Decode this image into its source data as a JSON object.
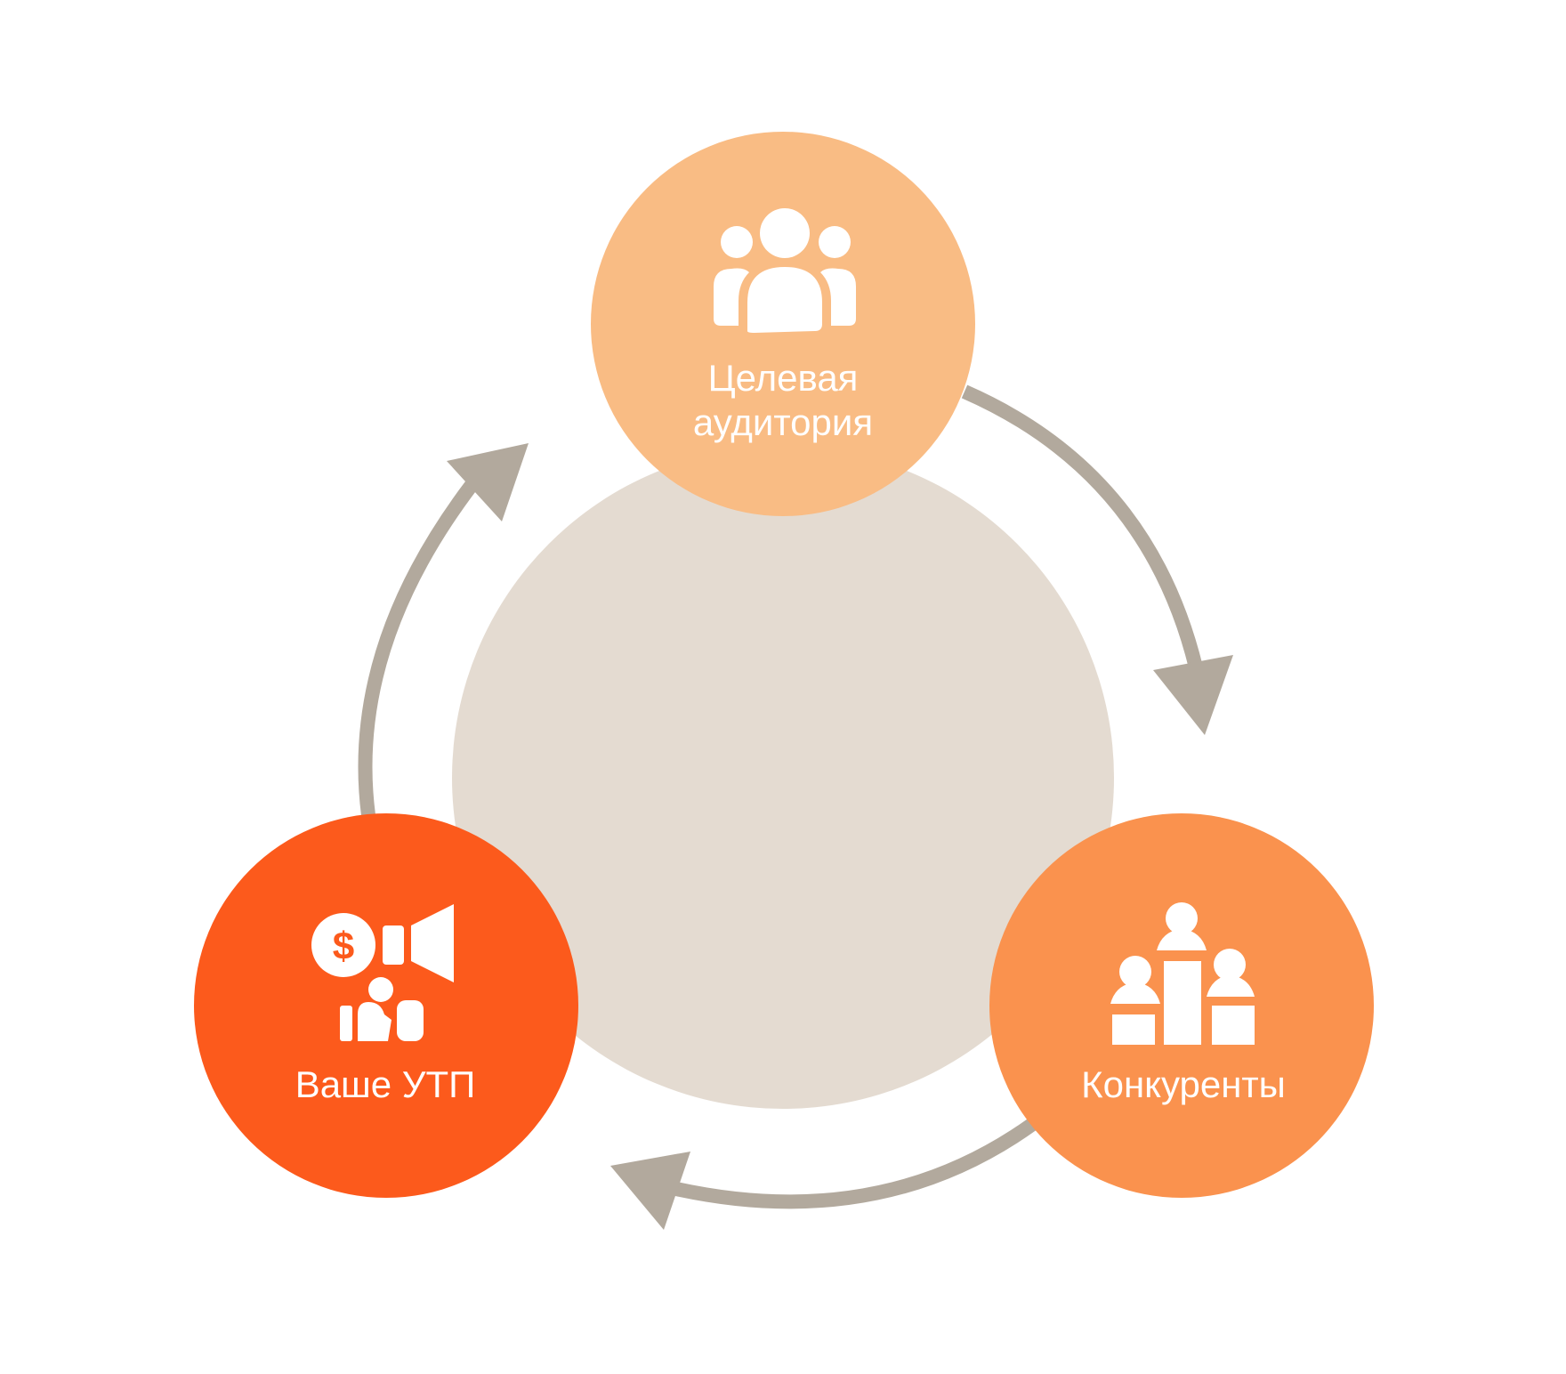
{
  "diagram": {
    "nodes": [
      {
        "id": "audience",
        "label": "Целевая\nаудитория",
        "color": "#F9BC84",
        "icon": "people-group-icon"
      },
      {
        "id": "competitors",
        "label": "Конкуренты",
        "color": "#FA924E",
        "icon": "podium-competitors-icon"
      },
      {
        "id": "usp",
        "label": "Ваше УТП",
        "color": "#FC5A1C",
        "icon": "megaphone-money-icon"
      }
    ],
    "center_color": "#E4DBD1",
    "arrow_color": "#B2A99D",
    "icon_color": "#FFFFFF",
    "flow": [
      "audience",
      "competitors",
      "usp",
      "audience"
    ]
  }
}
